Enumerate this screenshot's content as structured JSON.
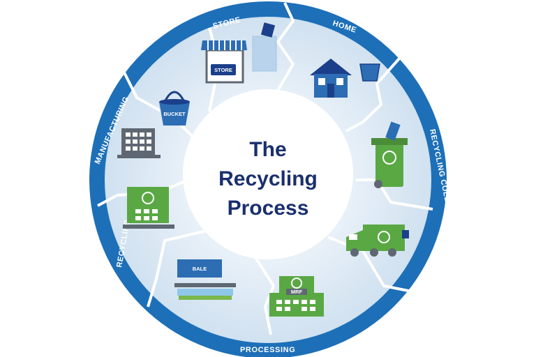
{
  "diagram": {
    "title_lines": [
      "The",
      "Recycling",
      "Process"
    ],
    "stages": [
      {
        "label": "STORE",
        "icon": "storefront-icon",
        "tag": "STORE"
      },
      {
        "label": "HOME",
        "icon": "house-icon",
        "tag": ""
      },
      {
        "label": "RECYCLING COLLECTION",
        "icon": "recycling-bin-icon",
        "tag": ""
      },
      {
        "label": "",
        "icon": "recycling-truck-icon",
        "tag": ""
      },
      {
        "label": "PROCESSING",
        "icon": "mrf-facility-icon",
        "tag": "MRF"
      },
      {
        "label": "",
        "icon": "bale-conveyor-icon",
        "tag": "BALE"
      },
      {
        "label": "RECYCLING",
        "icon": "recycling-plant-icon",
        "tag": ""
      },
      {
        "label": "MANUFACTURING",
        "icon": "factory-icon",
        "tag": ""
      },
      {
        "label": "",
        "icon": "bucket-icon",
        "tag": "BUCKET"
      }
    ],
    "colors": {
      "ring": "#1d6fb8",
      "segment_light": "#e6eff8",
      "segment_mid": "#d2e2f1",
      "divider": "#ffffff",
      "center_text": "#1a2f6e",
      "green": "#5aa844",
      "dark_gray": "#5f6872",
      "navy": "#1b3f8a",
      "icon_blue": "#2c6db3"
    }
  }
}
